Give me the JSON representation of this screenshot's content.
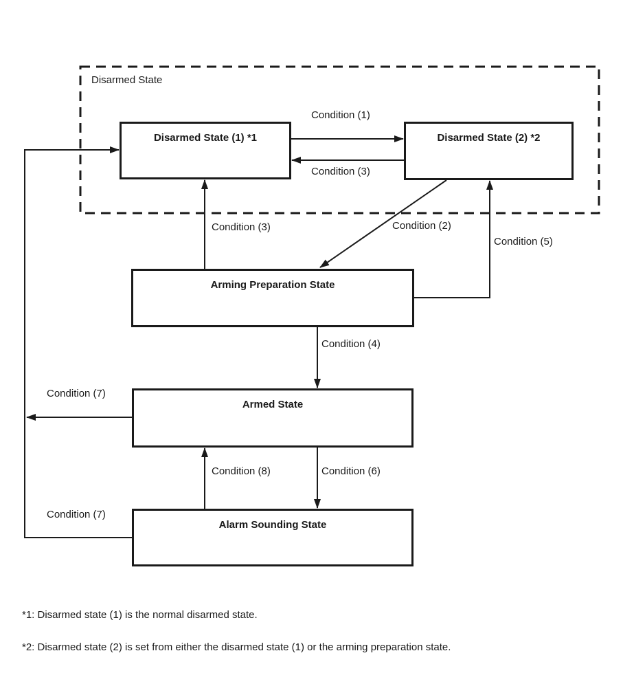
{
  "diagram": {
    "region_label": "Disarmed State",
    "states": {
      "disarmed1": "Disarmed State (1) *1",
      "disarmed2": "Disarmed State (2) *2",
      "arming_prep": "Arming Preparation State",
      "armed": "Armed State",
      "alarm": "Alarm Sounding State"
    },
    "conditions": {
      "c1": "Condition (1)",
      "c3_top": "Condition (3)",
      "c3_mid": "Condition (3)",
      "c2": "Condition (2)",
      "c5": "Condition (5)",
      "c4": "Condition (4)",
      "c7_armed": "Condition (7)",
      "c8": "Condition (8)",
      "c6": "Condition (6)",
      "c7_alarm": "Condition (7)"
    },
    "footnotes": [
      "*1: Disarmed state (1) is the normal disarmed state.",
      "*2: Disarmed state (2) is set from either the disarmed state (1) or the arming preparation state."
    ],
    "colors": {
      "line": "#1a1a1a",
      "background": "#ffffff",
      "text": "#1a1a1a"
    }
  }
}
